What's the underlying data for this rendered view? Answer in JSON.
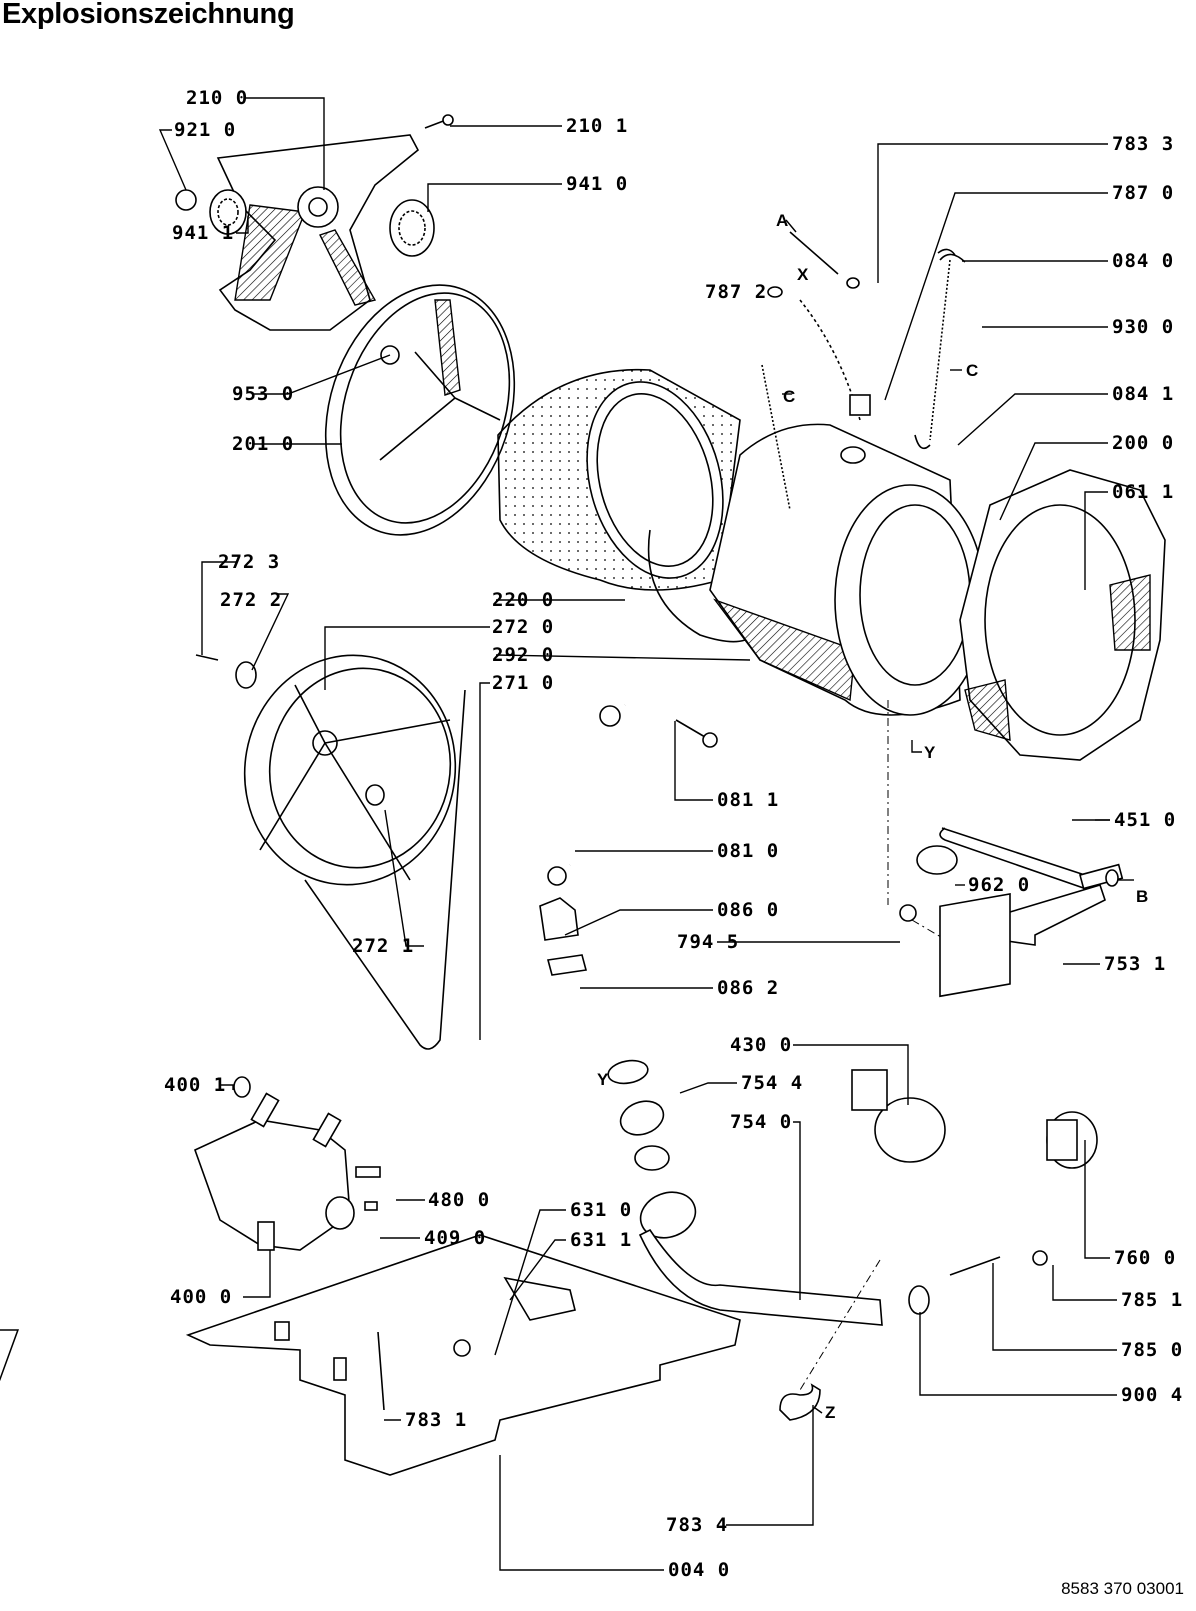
{
  "title": "Explosionszeichnung",
  "document_number": "8583 370 03001",
  "part_labels": [
    {
      "id": "p2100",
      "text": "210 0"
    },
    {
      "id": "p9210",
      "text": "921 0"
    },
    {
      "id": "p2101",
      "text": "210 1"
    },
    {
      "id": "p9410",
      "text": "941 0"
    },
    {
      "id": "p9411",
      "text": "941 1"
    },
    {
      "id": "p9530",
      "text": "953 0"
    },
    {
      "id": "p2010",
      "text": "201 0"
    },
    {
      "id": "p7833",
      "text": "783 3"
    },
    {
      "id": "p7870",
      "text": "787 0"
    },
    {
      "id": "p0840",
      "text": "084 0"
    },
    {
      "id": "p7872",
      "text": "787 2"
    },
    {
      "id": "p9300",
      "text": "930 0"
    },
    {
      "id": "p0841",
      "text": "084 1"
    },
    {
      "id": "p2000",
      "text": "200 0"
    },
    {
      "id": "p0611",
      "text": "061 1"
    },
    {
      "id": "p2723",
      "text": "272 3"
    },
    {
      "id": "p2722",
      "text": "272 2"
    },
    {
      "id": "p2200",
      "text": "220 0"
    },
    {
      "id": "p2720",
      "text": "272 0"
    },
    {
      "id": "p2920",
      "text": "292 0"
    },
    {
      "id": "p2710",
      "text": "271 0"
    },
    {
      "id": "p0811",
      "text": "081 1"
    },
    {
      "id": "p0810",
      "text": "081 0"
    },
    {
      "id": "p4510",
      "text": "451 0"
    },
    {
      "id": "p9620",
      "text": "962 0"
    },
    {
      "id": "p0860",
      "text": "086 0"
    },
    {
      "id": "p7945",
      "text": "794 5"
    },
    {
      "id": "p7531",
      "text": "753 1"
    },
    {
      "id": "p0862",
      "text": "086 2"
    },
    {
      "id": "p2721",
      "text": "272 1"
    },
    {
      "id": "p4001",
      "text": "400 1"
    },
    {
      "id": "p4300",
      "text": "430 0"
    },
    {
      "id": "p7544",
      "text": "754 4"
    },
    {
      "id": "p7540",
      "text": "754 0"
    },
    {
      "id": "p4800",
      "text": "480 0"
    },
    {
      "id": "p6310",
      "text": "631 0"
    },
    {
      "id": "p6311",
      "text": "631 1"
    },
    {
      "id": "p4090",
      "text": "409 0"
    },
    {
      "id": "p4000",
      "text": "400 0"
    },
    {
      "id": "p7600",
      "text": "760 0"
    },
    {
      "id": "p7851",
      "text": "785 1"
    },
    {
      "id": "p7850",
      "text": "785 0"
    },
    {
      "id": "p9004",
      "text": "900 4"
    },
    {
      "id": "p7831",
      "text": "783 1"
    },
    {
      "id": "p7834",
      "text": "783 4"
    },
    {
      "id": "p0040",
      "text": "004 0"
    }
  ],
  "reference_letters": {
    "A": "A",
    "X": "X",
    "C1": "C",
    "C2": "C",
    "Y1": "Y",
    "Y2": "Y",
    "B": "B",
    "Z": "Z"
  }
}
